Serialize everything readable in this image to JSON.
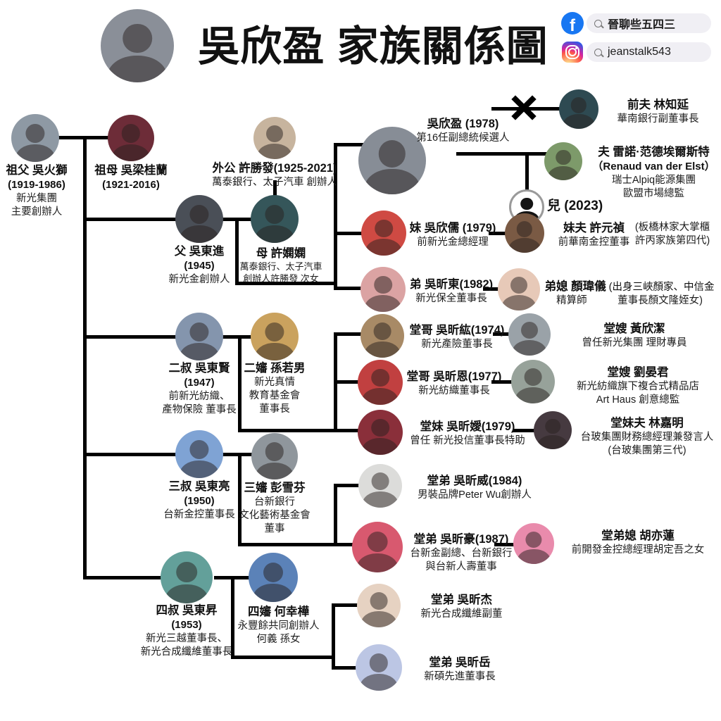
{
  "header": {
    "title": "吳欣盈 家族關係圖",
    "avatar_color": "#8a8f98"
  },
  "social": {
    "facebook_query": "晉聊些五四三",
    "instagram_query": "jeanstalk543",
    "facebook_icon_color": "#1877f2"
  },
  "persons": [
    {
      "name": "祖父 吳火獅",
      "years": "(1919-1986)",
      "desc": "新光集團\n主要創辦人",
      "color": "#8e99a4"
    },
    {
      "name": "祖母 吳梁桂蘭",
      "years": "(1921-2016)",
      "desc": "",
      "color": "#6d2c38"
    },
    {
      "name": "外公 許勝發(1925-2021)",
      "years": "",
      "desc": "萬泰銀行、太子汽車 創辦人",
      "color": "#c7b49e"
    },
    {
      "name": "吳欣盈 (1978)",
      "years": "",
      "desc": "第16任副總統候選人",
      "color": "#878d96"
    },
    {
      "name": "前夫 林知延",
      "years": "",
      "desc": "華南銀行副董事長",
      "color": "#2e4a52"
    },
    {
      "name": "夫 雷諾·范德埃爾斯特",
      "years": "（Renaud van der Elst）",
      "desc": "瑞士Alpiq能源集團\n歐盟市場總監",
      "color": "#7d9a6a"
    },
    {
      "name": "兒 (2023)",
      "years": "",
      "desc": "",
      "color": "#ffffff"
    },
    {
      "name": "妹 吳欣儒 (1979)",
      "years": "",
      "desc": "前新光金總經理",
      "color": "#cf4a43"
    },
    {
      "name": "妹夫 許元禎",
      "years": "",
      "desc": "前華南金控董事",
      "color": "#7a5a44"
    },
    {
      "name": "弟 吳昕東(1982)",
      "years": "",
      "desc": "新光保全董事長",
      "color": "#dba3a3"
    },
    {
      "name": "弟媳 顏瑋儀",
      "name_suffix": " (出身三峽顏家、中信金",
      "years": "",
      "desc": "精算師　　　董事長顏文隆姪女)",
      "color": "#e7c9b8"
    },
    {
      "name": "父 吳東進",
      "years": "(1945)",
      "desc": "新光金創辦人",
      "color": "#4a4f57"
    },
    {
      "name": "母 許嫻嫻",
      "years": "",
      "desc": "萬泰銀行、太子汽車\n創辦人許勝發 次女",
      "color": "#35565a"
    },
    {
      "name": "二叔 吳東賢",
      "years": "(1947)",
      "desc": "前新光紡織、\n產物保險 董事長",
      "color": "#8495ad"
    },
    {
      "name": "二嬸 孫若男",
      "years": "",
      "desc": "新光真情\n教育基金會\n董事長",
      "color": "#caa25e"
    },
    {
      "name": "堂哥 吳昕紘(1974)",
      "years": "",
      "desc": "新光產險董事長",
      "color": "#a88a66"
    },
    {
      "name": "堂嫂 黃欣潔",
      "years": "",
      "desc": "曾任新光集團 理財專員",
      "color": "#9aa2a8"
    },
    {
      "name": "堂哥 吳昕恩(1977)",
      "years": "",
      "desc": "新光紡織董事長",
      "color": "#c14040"
    },
    {
      "name": "堂嫂 劉晏君",
      "years": "",
      "desc": "新光紡織旗下複合式精品店\nArt Haus 創意總監",
      "color": "#97a29a"
    },
    {
      "name": "堂妹 吳昕嬡(1979)",
      "years": "",
      "desc": "曾任 新光投信董事長特助",
      "color": "#8a2f3a"
    },
    {
      "name": "堂妹夫 林嘉明",
      "years": "",
      "desc": "台玻集團財務總經理兼發言人\n(台玻集團第三代)",
      "color": "#463a40"
    },
    {
      "name": "三叔 吳東亮",
      "years": "(1950)",
      "desc": "台新金控董事長",
      "color": "#7fa3d4"
    },
    {
      "name": "三嬸 彭雪芬",
      "years": "",
      "desc": "台新銀行\n文化藝術基金會\n董事",
      "color": "#8f969c"
    },
    {
      "name": "堂弟 吳昕威(1984)",
      "years": "",
      "desc": "男裝品牌Peter Wu創辦人",
      "color": "#dcdcda"
    },
    {
      "name": "堂弟 吳昕豪(1987)",
      "years": "",
      "desc": "台新金副總、台新銀行\n與台新人壽董事",
      "color": "#d8596f"
    },
    {
      "name": "堂弟媳 胡亦蓮",
      "years": "",
      "desc": "前開發金控總經理胡定吾之女",
      "color": "#e98bac"
    },
    {
      "name": "四叔 吳東昇",
      "years": "(1953)",
      "desc": "新光三越董事長、\n新光合成纖維董事長",
      "color": "#63a09a"
    },
    {
      "name": "四嬸 何幸樺",
      "years": "",
      "desc": "永豐餘共同創辦人\n何義 孫女",
      "color": "#5b82b8"
    },
    {
      "name": "堂弟 吳昕杰",
      "years": "",
      "desc": "新光合成纖維副董",
      "color": "#e6d2c2"
    },
    {
      "name": "堂弟 吳昕岳",
      "years": "",
      "desc": "新碩先進董事長",
      "color": "#bcc6e4"
    }
  ],
  "notes": {
    "sister_husband_note": "(板橋林家大掌櫃\n許丙家族第四代)"
  }
}
